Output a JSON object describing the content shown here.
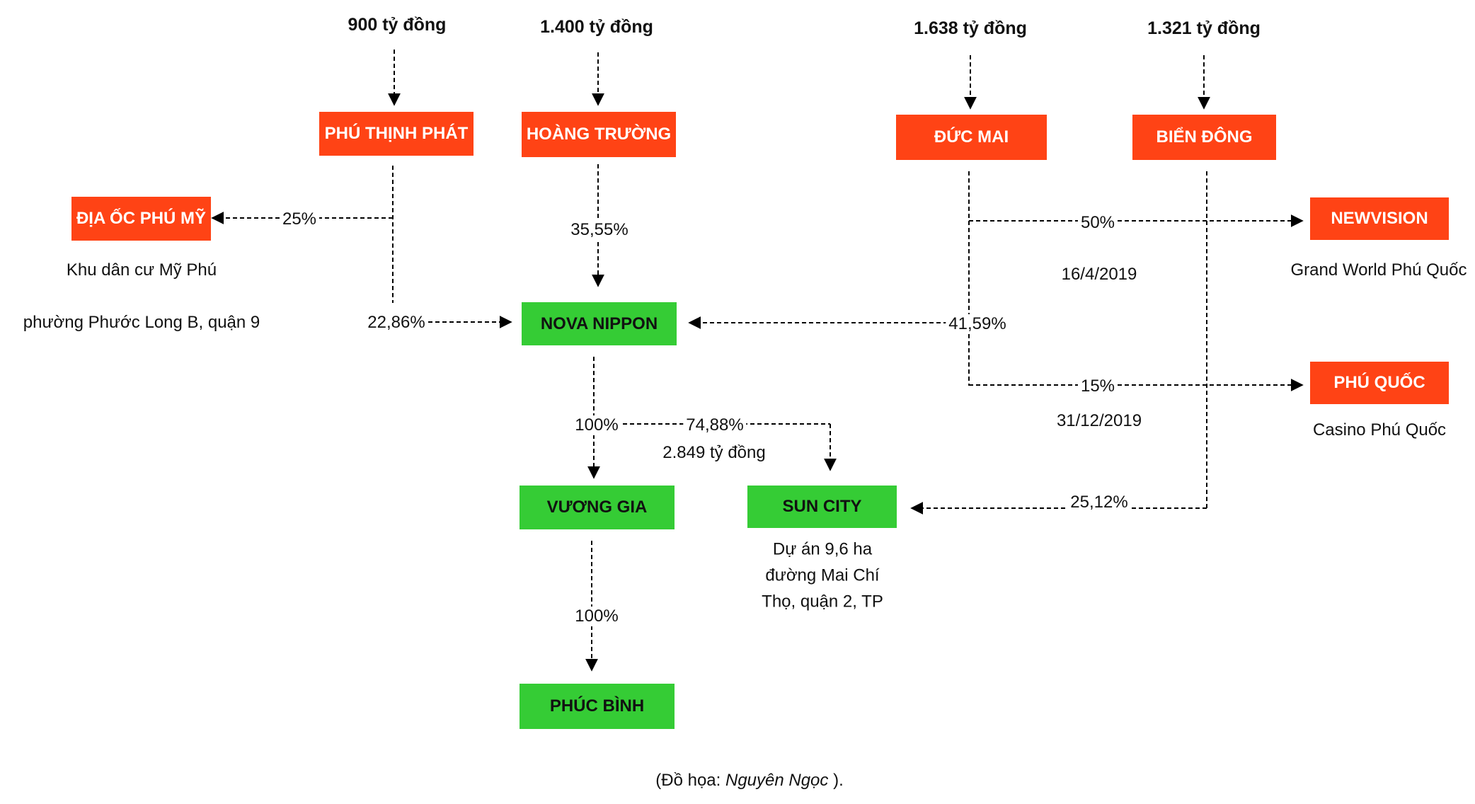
{
  "entities": {
    "phu_thinh_phat": {
      "name": "PHÚ THỊNH PHÁT",
      "capital": "900 tỷ đồng"
    },
    "hoang_truong": {
      "name": "HOÀNG TRƯỜNG",
      "capital": "1.400 tỷ đồng"
    },
    "duc_mai": {
      "name": "ĐỨC MAI",
      "capital": "1.638 tỷ đồng"
    },
    "bien_dong": {
      "name": "BIỂN ĐÔNG",
      "capital": "1.321 tỷ đồng"
    },
    "dia_oc_phu_my": {
      "name": "ĐỊA ỐC PHÚ MỸ",
      "note_line1": "Khu dân cư Mỹ Phú",
      "note_line2": "phường Phước Long B, quận 9"
    },
    "nova_nippon": {
      "name": "NOVA NIPPON"
    },
    "newvision": {
      "name": "NEWVISION",
      "note": "Grand World Phú Quốc"
    },
    "phu_quoc": {
      "name": "PHÚ QUỐC",
      "note": "Casino Phú Quốc"
    },
    "vuong_gia": {
      "name": "VƯƠNG GIA"
    },
    "sun_city": {
      "name": "SUN CITY",
      "note_line1": "Dự án 9,6 ha",
      "note_line2": "đường Mai Chí",
      "note_line3": "Thọ, quận 2, TP"
    },
    "phuc_binh": {
      "name": "PHÚC BÌNH"
    }
  },
  "links": {
    "ptp_to_diaoc": "25%",
    "ptp_to_nova": "22,86%",
    "hoang_to_nova": "35,55%",
    "ducmai_to_nova": "41,59%",
    "ducmai_to_newvision": "50%",
    "ducmai_to_newvision_date": "16/4/2019",
    "ducmai_to_phuquoc": "15%",
    "ducmai_to_phuquoc_date": "31/12/2019",
    "bien_to_suncity": "25,12%",
    "nova_to_vuonggia": "100%",
    "nova_to_suncity": "74,88%",
    "nova_to_suncity_amount": "2.849 tỷ đồng",
    "vuonggia_to_phucbinh": "100%"
  },
  "credit": {
    "prefix": "(Đồ họa: ",
    "author": "Nguyên Ngọc",
    "suffix": " )."
  },
  "colors": {
    "parent_box": "#ff4315",
    "subsidiary_box": "#35cc35",
    "connector": "#000000"
  }
}
